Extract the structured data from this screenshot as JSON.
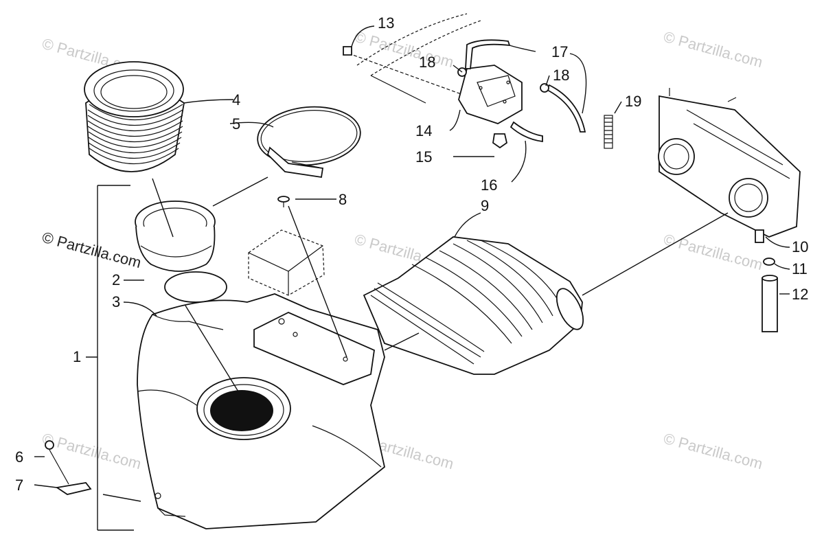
{
  "watermark": {
    "text": "© Partzilla.com",
    "prominent_text": "© Partzilla.com"
  },
  "callouts": [
    "1",
    "2",
    "3",
    "4",
    "5",
    "6",
    "7",
    "8",
    "9",
    "10",
    "11",
    "12",
    "13",
    "14",
    "15",
    "16",
    "17",
    "18",
    "18",
    "19"
  ]
}
